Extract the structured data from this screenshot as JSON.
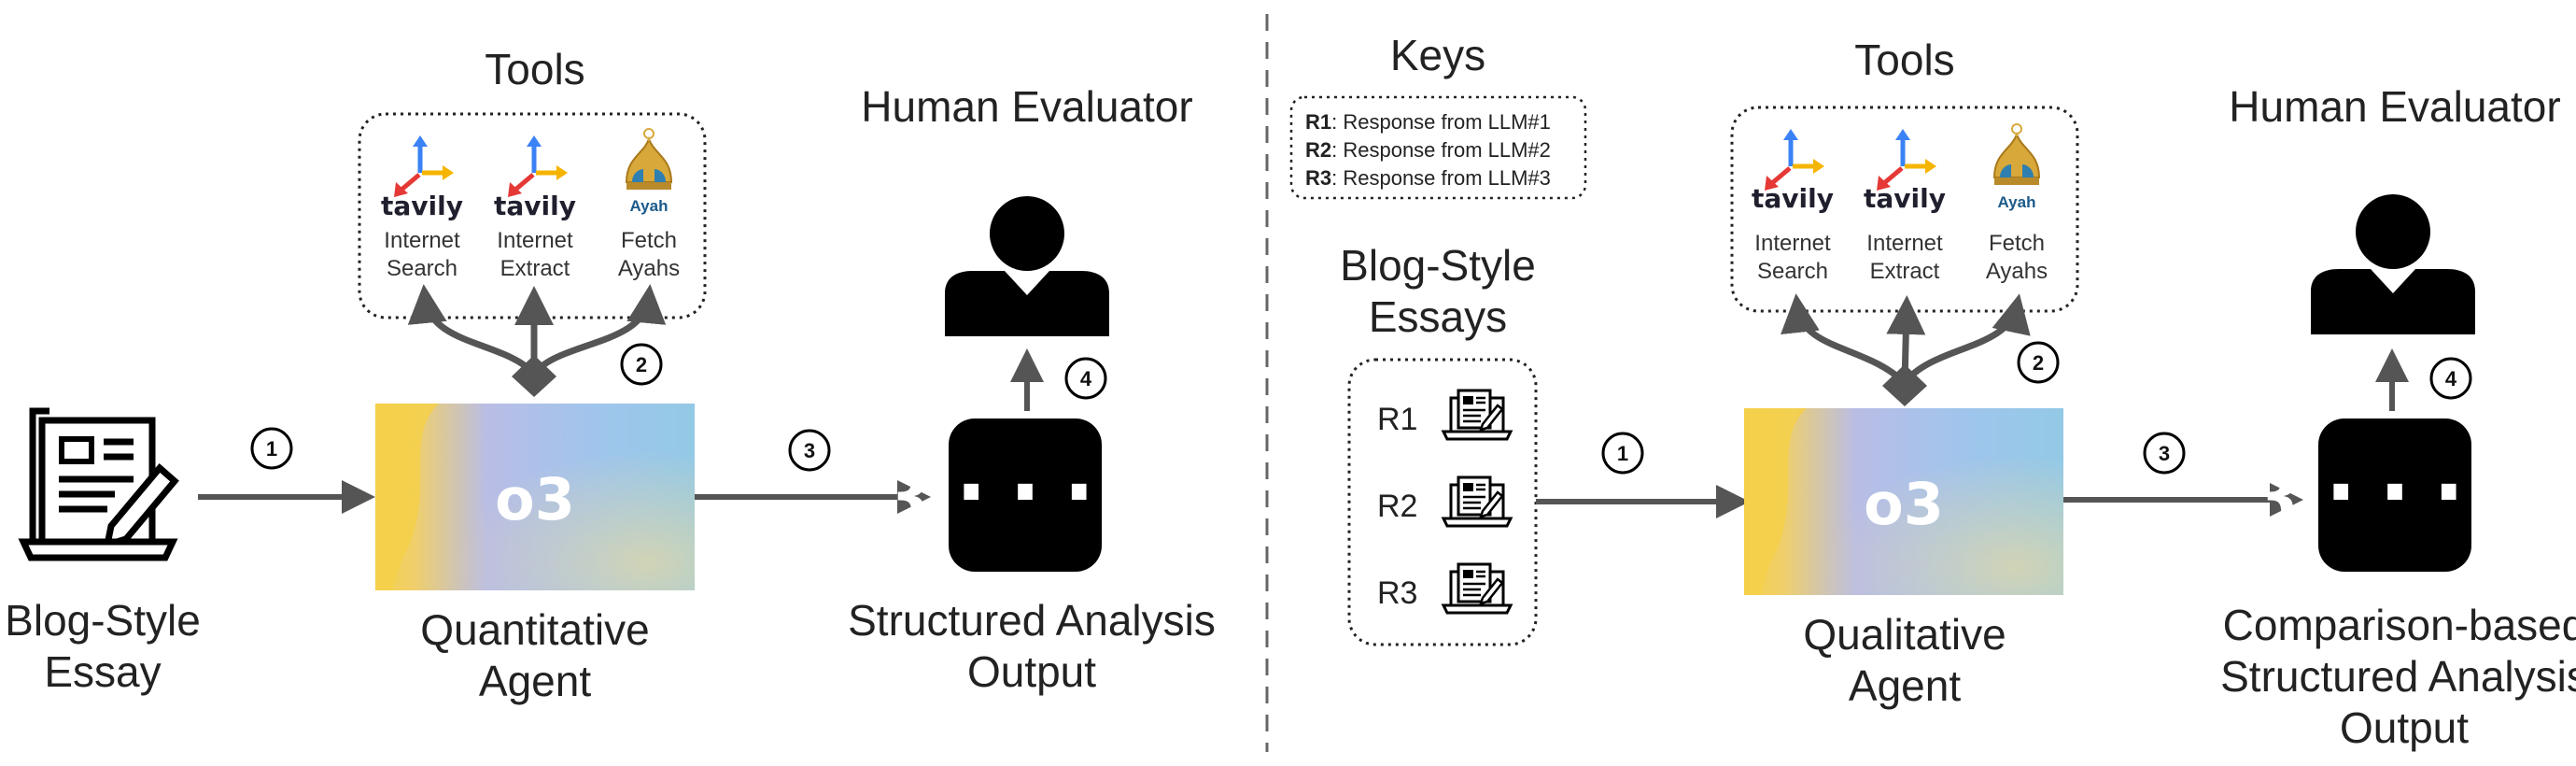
{
  "left": {
    "tools_title": "Tools",
    "evaluator_title": "Human Evaluator",
    "input_label_lines": [
      "Blog-Style",
      "Essay"
    ],
    "agent_logo": "o3",
    "agent_label_lines": [
      "Quantitative",
      "Agent"
    ],
    "output_label_lines": [
      "Structured Analysis",
      "Output"
    ],
    "tools": [
      {
        "brand": "tavily",
        "caption": [
          "Internet",
          "Search"
        ],
        "icon": "tavily-logo-icon"
      },
      {
        "brand": "tavily",
        "caption": [
          "Internet",
          "Extract"
        ],
        "icon": "tavily-logo-icon"
      },
      {
        "brand": "Ayah",
        "caption": [
          "Fetch",
          "Ayahs"
        ],
        "icon": "mosque-dome-icon"
      }
    ],
    "steps": [
      "1",
      "2",
      "3",
      "4"
    ]
  },
  "right": {
    "keys_title": "Keys",
    "keys": [
      {
        "code": "R1",
        "text": ": Response from LLM#1"
      },
      {
        "code": "R2",
        "text": ": Response from LLM#2"
      },
      {
        "code": "R3",
        "text": ": Response from LLM#3"
      }
    ],
    "input_title_lines": [
      "Blog-Style",
      "Essays"
    ],
    "responses": [
      "R1",
      "R2",
      "R3"
    ],
    "tools_title": "Tools",
    "evaluator_title": "Human Evaluator",
    "agent_logo": "o3",
    "agent_label_lines": [
      "Qualitative",
      "Agent"
    ],
    "output_label_lines": [
      "Comparison-based",
      "Structured Analysis",
      "Output"
    ],
    "tools": [
      {
        "brand": "tavily",
        "caption": [
          "Internet",
          "Search"
        ],
        "icon": "tavily-logo-icon"
      },
      {
        "brand": "tavily",
        "caption": [
          "Internet",
          "Extract"
        ],
        "icon": "tavily-logo-icon"
      },
      {
        "brand": "Ayah",
        "caption": [
          "Fetch",
          "Ayahs"
        ],
        "icon": "mosque-dome-icon"
      }
    ],
    "steps": [
      "1",
      "2",
      "3",
      "4"
    ]
  },
  "colors": {
    "arrow": "#555555",
    "gradient": [
      "#f5d04a",
      "#b8c0e6",
      "#8fc8e8"
    ],
    "tavily_blue": "#3b82f6",
    "tavily_red": "#e53935",
    "tavily_yellow": "#f5b400",
    "ayah_gold": "#d8a93a"
  }
}
